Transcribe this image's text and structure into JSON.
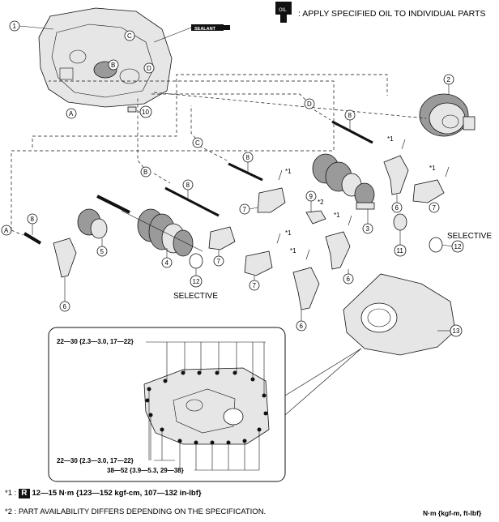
{
  "header": {
    "oil_legend": ": APPLY SPECIFIED OIL TO INDIVIDUAL PARTS",
    "oil_icon_text": "OIL",
    "sealant_text": "SEALANT"
  },
  "callouts": [
    "1",
    "2",
    "3",
    "4",
    "5",
    "6",
    "7",
    "8",
    "9",
    "10",
    "11",
    "12",
    "13"
  ],
  "letters": [
    "A",
    "B",
    "C",
    "D"
  ],
  "star1": "*1",
  "star2": "*2",
  "selective": "SELECTIVE",
  "detail": {
    "torque_top": "22—30 {2.3—3.0, 17—22}",
    "torque_mid": "22—30 {2.3—3.0, 17—22}",
    "torque_bot": "38—52 {3.9—5.3, 29—38}"
  },
  "footer": {
    "note1_prefix": "*1 :",
    "note1_box": "R",
    "note1_text": "12—15 N·m {123—152 kgf-cm, 107—132 in-lbf}",
    "note2": "*2 : PART AVAILABILITY DIFFERS DEPENDING ON THE SPECIFICATION.",
    "units": "N·m {kgf-m, ft-lbf}"
  }
}
